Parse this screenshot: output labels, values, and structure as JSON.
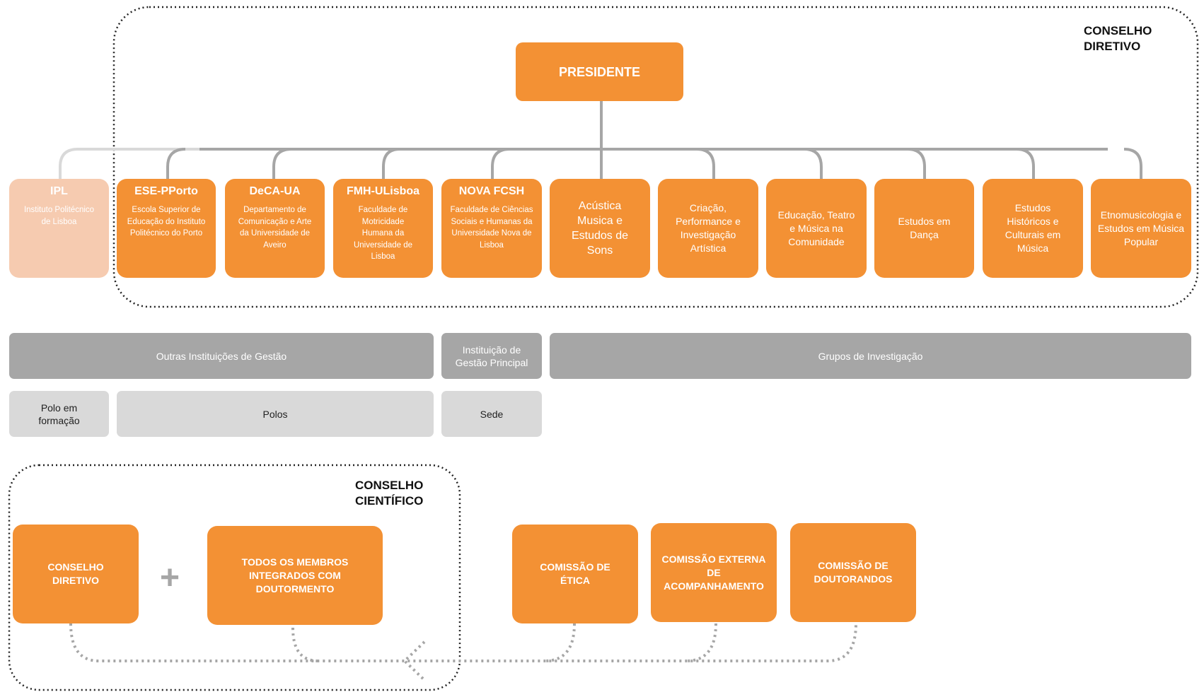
{
  "conselho_diretivo_label": "CONSELHO\nDIRETIVO",
  "presidente": "PRESIDENTE",
  "institutions": [
    {
      "title": "IPL",
      "subtitle": "Instituto Politécnico de Lisboa"
    },
    {
      "title": "ESE-PPorto",
      "subtitle": "Escola Superior de Educação do Instituto Politécnico do Porto"
    },
    {
      "title": "DeCA-UA",
      "subtitle": "Departamento de Comunicação e Arte da Universidade de Aveiro"
    },
    {
      "title": "FMH-ULisboa",
      "subtitle": "Faculdade de Motricidade Humana da Universidade de Lisboa"
    },
    {
      "title": "NOVA FCSH",
      "subtitle": "Faculdade de Ciências Sociais e Humanas da Universidade Nova de Lisboa"
    }
  ],
  "groups": [
    "Acústica Musica e Estudos de Sons",
    "Criação, Performance e Investigação Artística",
    "Educação, Teatro e Música na Comunidade",
    "Estudos em Dança",
    "Estudos Históricos e Culturais em Música",
    "Etnomusicologia e Estudos em Música Popular"
  ],
  "bars": {
    "outras": "Outras Instituições de Gestão",
    "principal": "Instituição de Gestão Principal",
    "grupos": "Grupos de Investigação",
    "polo_formacao": "Polo em formação",
    "polos": "Polos",
    "sede": "Sede"
  },
  "conselho_cientifico_label": "CONSELHO\nCIENTÍFICO",
  "bottom_boxes": {
    "conselho_diretivo": "CONSELHO DIRETIVO",
    "membros": "TODOS OS MEMBROS INTEGRADOS COM DOUTORMENTO",
    "etica": "COMISSÃO DE ÉTICA",
    "externa": "COMISSÃO EXTERNA DE ACOMPANHAMENTO",
    "doutorandos": "COMISSÃO DE DOUTORANDOS"
  },
  "colors": {
    "orange": "#f39134",
    "orange_faded": "#f6cbb0",
    "gray": "#a6a6a6",
    "light_gray": "#d9d9d9"
  },
  "icons": {
    "plus": "plus-icon",
    "arrow": "arrow-left-icon"
  }
}
